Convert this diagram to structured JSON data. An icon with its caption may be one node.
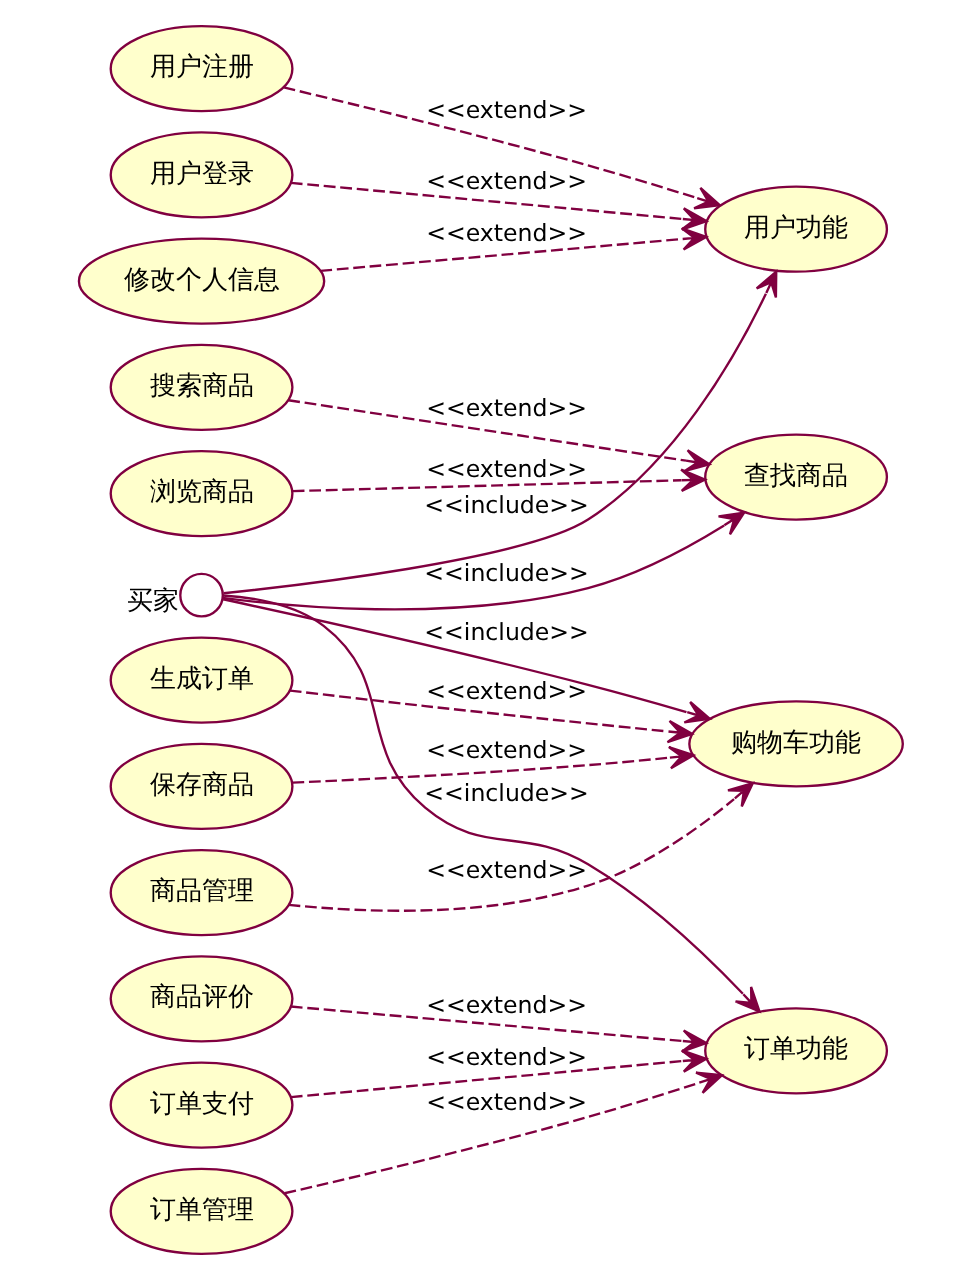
{
  "diagram": {
    "nodes": [
      {
        "text": [
          "用户注册"
        ]
      },
      {
        "text": [
          "用户登录"
        ]
      },
      {
        "text": [
          "修改个人信息"
        ]
      },
      {
        "text": [
          "用户功能"
        ]
      },
      {
        "text": [
          "浏览商品"
        ]
      },
      {
        "text": [
          "搜索商品"
        ]
      },
      {
        "text": [
          "查找商品"
        ]
      },
      {
        "text": [
          "保存商品"
        ]
      },
      {
        "text": [
          "商品管理"
        ]
      },
      {
        "text": [
          "购物车功能"
        ]
      },
      {
        "text": [
          "生成订单"
        ]
      },
      {
        "text": [
          "订单支付"
        ]
      },
      {
        "text": [
          "订单管理"
        ]
      },
      {
        "text": [
          "订单功能"
        ]
      },
      {
        "text": [
          "商品评价"
        ]
      },
      {
        "text": [
          "买家"
        ]
      }
    ],
    "edges": [
      {
        "from": 0,
        "to": 3,
        "arrow": "to",
        "label": "<<extend>>",
        "style": "dashed"
      },
      {
        "from": 1,
        "to": 3,
        "arrow": "to",
        "label": "<<extend>>",
        "style": "dashed"
      },
      {
        "from": 2,
        "to": 3,
        "arrow": "to",
        "label": "<<extend>>",
        "style": "dashed"
      },
      {
        "from": 4,
        "to": 6,
        "arrow": "to",
        "label": "<<extend>>",
        "style": "dashed"
      },
      {
        "from": 5,
        "to": 6,
        "arrow": "to",
        "label": "<<extend>>",
        "style": "dashed"
      },
      {
        "from": 15,
        "to": 3,
        "arrow": "to",
        "label": "<<include>>"
      },
      {
        "from": 15,
        "to": 6,
        "arrow": "to",
        "label": "<<include>>"
      },
      {
        "from": 7,
        "to": 9,
        "arrow": "to",
        "label": "<<extend>>",
        "style": "dashed"
      },
      {
        "from": 15,
        "to": 9,
        "arrow": "to",
        "label": "<<include>>"
      },
      {
        "from": 8,
        "to": 9,
        "arrow": "to",
        "label": "<<extend>>",
        "style": "dashed"
      },
      {
        "from": 10,
        "to": 9,
        "arrow": "to",
        "label": "<<extend>>",
        "style": "dashed"
      },
      {
        "from": 15,
        "to": 13,
        "arrow": "to",
        "label": "<<include>>"
      },
      {
        "from": 11,
        "to": 13,
        "arrow": "to",
        "label": "<<extend>>",
        "style": "dashed"
      },
      {
        "from": 12,
        "to": 13,
        "arrow": "to",
        "label": "<<extend>>",
        "style": "dashed"
      },
      {
        "from": 14,
        "to": 13,
        "arrow": "to",
        "label": "<<extend>>",
        "style": "dashed"
      }
    ]
  }
}
